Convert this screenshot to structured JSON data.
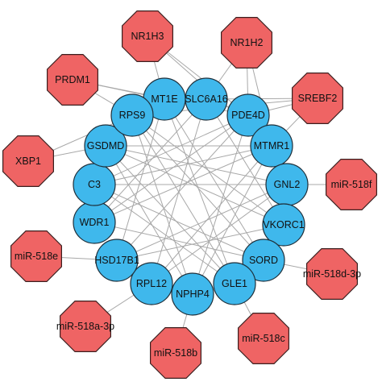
{
  "network": {
    "genes": [
      {
        "id": "MT1E",
        "label": "MT1E"
      },
      {
        "id": "SLC6A16",
        "label": "SLC6A16"
      },
      {
        "id": "PDE4D",
        "label": "PDE4D"
      },
      {
        "id": "MTMR1",
        "label": "MTMR1"
      },
      {
        "id": "GNL2",
        "label": "GNL2"
      },
      {
        "id": "VKORC1",
        "label": "VKORC1"
      },
      {
        "id": "SORD",
        "label": "SORD"
      },
      {
        "id": "GLE1",
        "label": "GLE1"
      },
      {
        "id": "NPHP4",
        "label": "NPHP4"
      },
      {
        "id": "RPL12",
        "label": "RPL12"
      },
      {
        "id": "HSD17B1",
        "label": "HSD17B1"
      },
      {
        "id": "WDR1",
        "label": "WDR1"
      },
      {
        "id": "C3",
        "label": "C3"
      },
      {
        "id": "GSDMD",
        "label": "GSDMD"
      },
      {
        "id": "RPS9",
        "label": "RPS9"
      }
    ],
    "regulators": [
      {
        "id": "NR1H3",
        "label": "NR1H3"
      },
      {
        "id": "NR1H2",
        "label": "NR1H2"
      },
      {
        "id": "SREBF2",
        "label": "SREBF2"
      },
      {
        "id": "miR-518f",
        "label": "miR-518f"
      },
      {
        "id": "miR-518d-3p",
        "label": "miR-518d-3p"
      },
      {
        "id": "miR-518c",
        "label": "miR-518c"
      },
      {
        "id": "miR-518b",
        "label": "miR-518b"
      },
      {
        "id": "miR-518a-3p",
        "label": "miR-518a-3p"
      },
      {
        "id": "miR-518e",
        "label": "miR-518e"
      },
      {
        "id": "XBP1",
        "label": "XBP1"
      },
      {
        "id": "PRDM1",
        "label": "PRDM1"
      }
    ],
    "edges": [
      [
        "NR1H3",
        "MT1E"
      ],
      [
        "NR1H3",
        "PDE4D"
      ],
      [
        "NR1H3",
        "MTMR1"
      ],
      [
        "NR1H2",
        "SLC6A16"
      ],
      [
        "NR1H2",
        "PDE4D"
      ],
      [
        "NR1H2",
        "MTMR1"
      ],
      [
        "SREBF2",
        "PDE4D"
      ],
      [
        "SREBF2",
        "MTMR1"
      ],
      [
        "SREBF2",
        "RPS9"
      ],
      [
        "SREBF2",
        "SLC6A16"
      ],
      [
        "PRDM1",
        "RPS9"
      ],
      [
        "PRDM1",
        "MT1E"
      ],
      [
        "PRDM1",
        "PDE4D"
      ],
      [
        "XBP1",
        "RPS9"
      ],
      [
        "XBP1",
        "GSDMD"
      ],
      [
        "miR-518f",
        "GNL2"
      ],
      [
        "miR-518d-3p",
        "SORD"
      ],
      [
        "miR-518c",
        "GLE1"
      ],
      [
        "miR-518b",
        "NPHP4"
      ],
      [
        "miR-518a-3p",
        "RPL12"
      ],
      [
        "miR-518e",
        "HSD17B1"
      ],
      [
        "MT1E",
        "GLE1"
      ],
      [
        "MT1E",
        "HSD17B1"
      ],
      [
        "MT1E",
        "SORD"
      ],
      [
        "SLC6A16",
        "RPL12"
      ],
      [
        "SLC6A16",
        "WDR1"
      ],
      [
        "SLC6A16",
        "VKORC1"
      ],
      [
        "PDE4D",
        "HSD17B1"
      ],
      [
        "PDE4D",
        "C3"
      ],
      [
        "PDE4D",
        "NPHP4"
      ],
      [
        "MTMR1",
        "WDR1"
      ],
      [
        "MTMR1",
        "NPHP4"
      ],
      [
        "MTMR1",
        "GSDMD"
      ],
      [
        "GNL2",
        "GSDMD"
      ],
      [
        "GNL2",
        "RPL12"
      ],
      [
        "GNL2",
        "C3"
      ],
      [
        "VKORC1",
        "RPS9"
      ],
      [
        "VKORC1",
        "HSD17B1"
      ],
      [
        "SORD",
        "C3"
      ],
      [
        "SORD",
        "RPS9"
      ],
      [
        "SORD",
        "WDR1"
      ],
      [
        "GLE1",
        "GSDMD"
      ],
      [
        "GLE1",
        "C3"
      ],
      [
        "NPHP4",
        "RPS9"
      ],
      [
        "NPHP4",
        "GSDMD"
      ],
      [
        "RPL12",
        "MTMR1"
      ],
      [
        "HSD17B1",
        "GNL2"
      ],
      [
        "WDR1",
        "PDE4D"
      ],
      [
        "C3",
        "MTMR1"
      ],
      [
        "GSDMD",
        "VKORC1"
      ],
      [
        "RPS9",
        "GLE1"
      ]
    ]
  }
}
